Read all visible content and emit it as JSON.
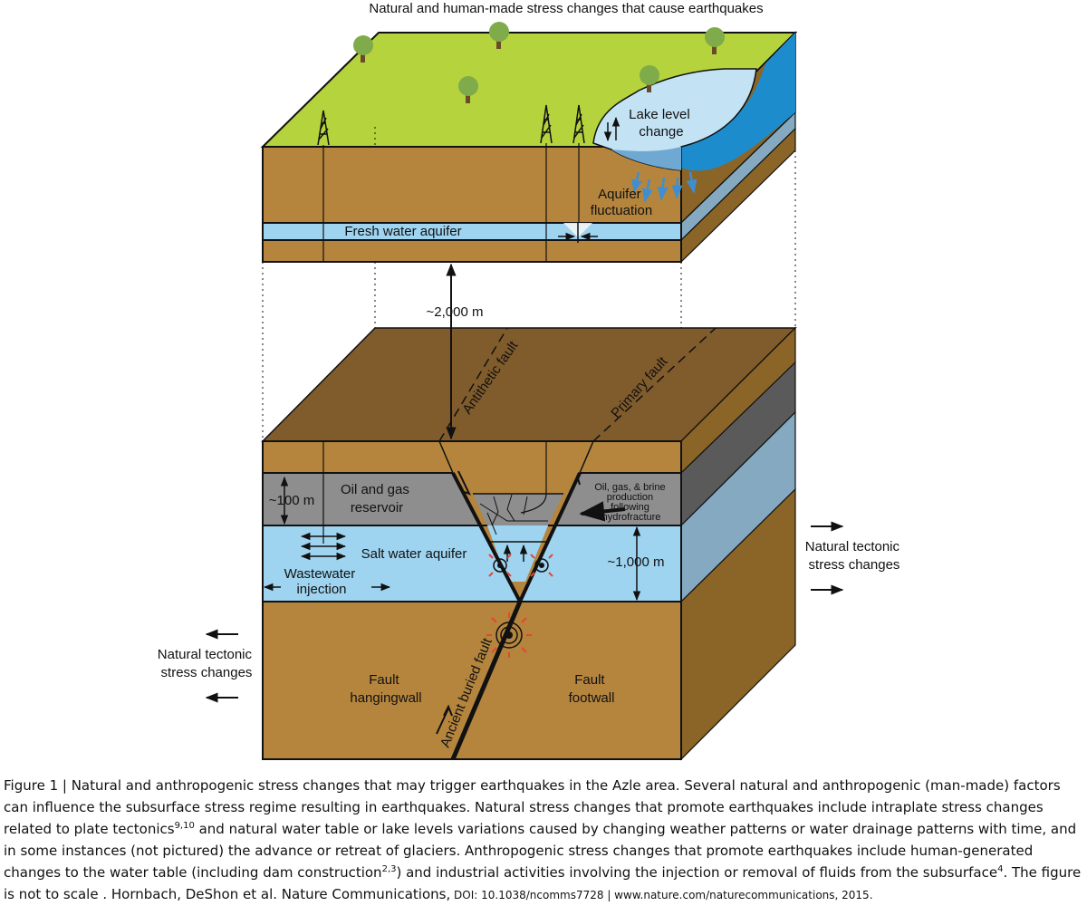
{
  "title": "Natural and human-made stress changes that cause earthquakes",
  "labels": {
    "lake": [
      "Lake level",
      "change"
    ],
    "aquifer_fluct": [
      "Aquifer",
      "fluctuation"
    ],
    "fresh_aquifer": "Fresh water aquifer",
    "depth_2000": "~2,000 m",
    "antithetic_fault": "Antithetic fault",
    "primary_fault": "Primary fault",
    "depth_100": "~100 m",
    "reservoir": [
      "Oil and gas",
      "reservoir"
    ],
    "production": [
      "Oil, gas, & brine",
      "production",
      "following",
      "hydrofracture"
    ],
    "salt_aquifer": "Salt water aquifer",
    "wastewater": [
      "Wastewater",
      "injection"
    ],
    "depth_1000": "~1,000 m",
    "tectonic_right": [
      "Natural tectonic",
      "stress changes"
    ],
    "tectonic_left": [
      "Natural tectonic",
      "stress changes"
    ],
    "hangingwall": [
      "Fault",
      "hangingwall"
    ],
    "footwall": [
      "Fault",
      "footwall"
    ],
    "buried_fault": "Ancient buried fault"
  },
  "caption": {
    "lead": "Figure 1 | Natural and anthropogenic stress changes that may trigger earthquakes in the Azle area.",
    "p1": "Several natural and anthropogenic (man-made) factors can influence the subsurface stress regime resulting in earthquakes. Natural stress changes that promote earthquakes include intraplate stress changes related to plate tectonics",
    "ref1": "9,10",
    "p2": " and natural water table or lake levels variations caused by changing weather patterns or water drainage patterns with time, and in some instances (not pictured) the advance or retreat of glaciers. Anthropogenic stress changes that promote earthquakes include human-generated changes to the water table (including dam construction",
    "ref2": "2,3",
    "p3": ") and industrial activities involving the injection or removal of fluids from the subsurface",
    "ref3": "4",
    "p4": ". The figure is not to scale .",
    "credit": " Hornbach, DeShon et al. Nature Communications,",
    "doi": " DOI: 10.1038/ncomms7728 | www.nature.com/naturecommunications, 2015."
  },
  "colors": {
    "grass": "#b5d33c",
    "soil_front": "#b5853e",
    "soil_side": "#8b6427",
    "soil_top": "#805b2c",
    "water": "#9fd4f0",
    "water_side": "#84a9c0",
    "reservoir": "#8e8e8e",
    "reservoir_side": "#5a5a5a",
    "lake": "#c3e3f5",
    "lake_deep": "#1d8ccc",
    "quake": "#e8452c"
  }
}
